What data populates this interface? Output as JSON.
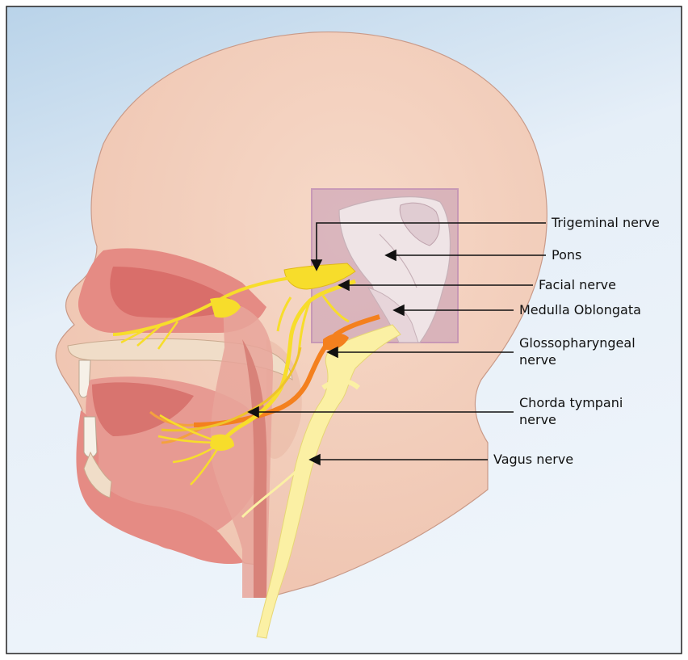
{
  "colors": {
    "background_top": "#b9d3e9",
    "background_bottom": "#eef4fa",
    "skin": "#f3ccba",
    "skin_shadow": "#e2a797",
    "mouth_tissue": "#e58b84",
    "nasal_cavity": "#d96e6a",
    "brainstem_box": "#a469ad",
    "brainstem": "#efe4e6",
    "nerve_yellow": "#f7dd2b",
    "nerve_orange": "#f4801e",
    "vagus": "#fbf0a4"
  },
  "labels": {
    "trigeminal": [
      "Trigeminal nerve"
    ],
    "pons": [
      "Pons"
    ],
    "facial": [
      "Facial nerve"
    ],
    "medulla": [
      "Medulla Oblongata"
    ],
    "glossopharyngeal": [
      "Glossopharyngeal",
      "nerve"
    ],
    "chorda": [
      "Chorda tympani",
      "nerve"
    ],
    "vagus": [
      "Vagus nerve"
    ]
  }
}
